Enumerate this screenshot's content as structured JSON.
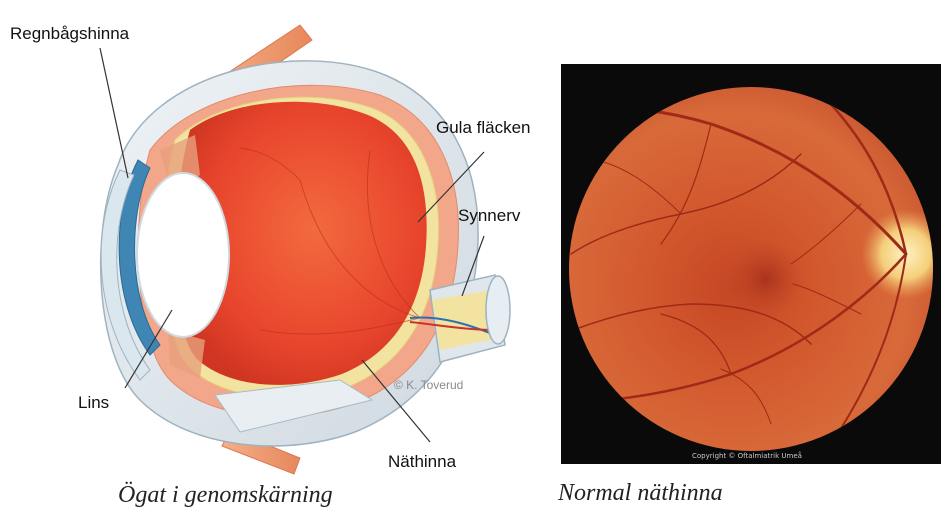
{
  "labels": {
    "iris": "Regnbågshinna",
    "macula": "Gula fläcken",
    "optic_nerve": "Synnerv",
    "lens": "Lins",
    "retina": "Näthinna"
  },
  "credit": "© K. Toverud",
  "photo_copyright": "Copyright © Oftalmiatrik Umeå",
  "captions": {
    "left": "Ögat i genomskärning",
    "right": "Normal näthinna"
  },
  "colors": {
    "vitreous": "#e8452c",
    "sclera": "#dfe7ec",
    "cornea_iris": "#3f86b5",
    "retina_layer": "#f3e3a0",
    "fundus_bg": "#0b0a0a",
    "fundus": "#d2562c",
    "optic_disc": "#f4cf7a"
  }
}
